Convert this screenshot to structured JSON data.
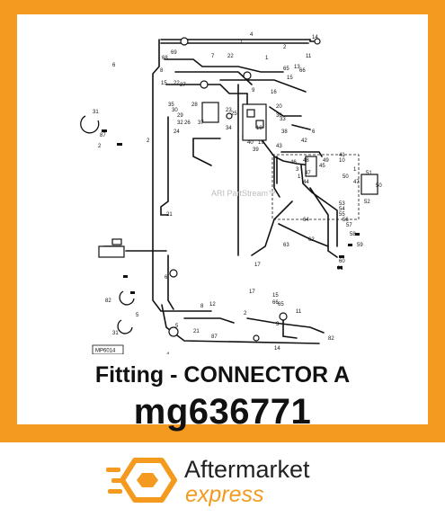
{
  "product": {
    "title": "Fitting - CONNECTOR A",
    "part_number": "mg636771"
  },
  "diagram": {
    "figure_code": "MP6014",
    "watermark": "ARI PartStream™",
    "callouts": [
      "4",
      "1",
      "14",
      "6",
      "69",
      "68",
      "7",
      "22",
      "1",
      "2",
      "65",
      "15",
      "13",
      "66",
      "11",
      "15",
      "8",
      "22",
      "27",
      "9",
      "16",
      "28",
      "35",
      "20",
      "29",
      "30",
      "23",
      "25",
      "36",
      "32",
      "26",
      "33",
      "37",
      "34",
      "24",
      "18",
      "19",
      "40",
      "39",
      "38",
      "31",
      "87",
      "2",
      "2",
      "6",
      "42",
      "43",
      "41",
      "49",
      "48",
      "46",
      "10",
      "45",
      "1",
      "47",
      "3",
      "44",
      "1",
      "50",
      "47",
      "51",
      "50",
      "52",
      "53",
      "54",
      "55",
      "56",
      "57",
      "58",
      "59",
      "60",
      "61",
      "62",
      "63",
      "21",
      "17",
      "64",
      "65",
      "15",
      "17",
      "6",
      "8",
      "12",
      "2",
      "66",
      "11",
      "3",
      "5",
      "31",
      "82",
      "87",
      "5",
      "21",
      "82",
      "14",
      "4",
      "6"
    ]
  },
  "brand": {
    "name": "Aftermarket",
    "tagline": "express"
  },
  "colors": {
    "frame": "#f39a1f",
    "accent": "#f39a1f"
  }
}
